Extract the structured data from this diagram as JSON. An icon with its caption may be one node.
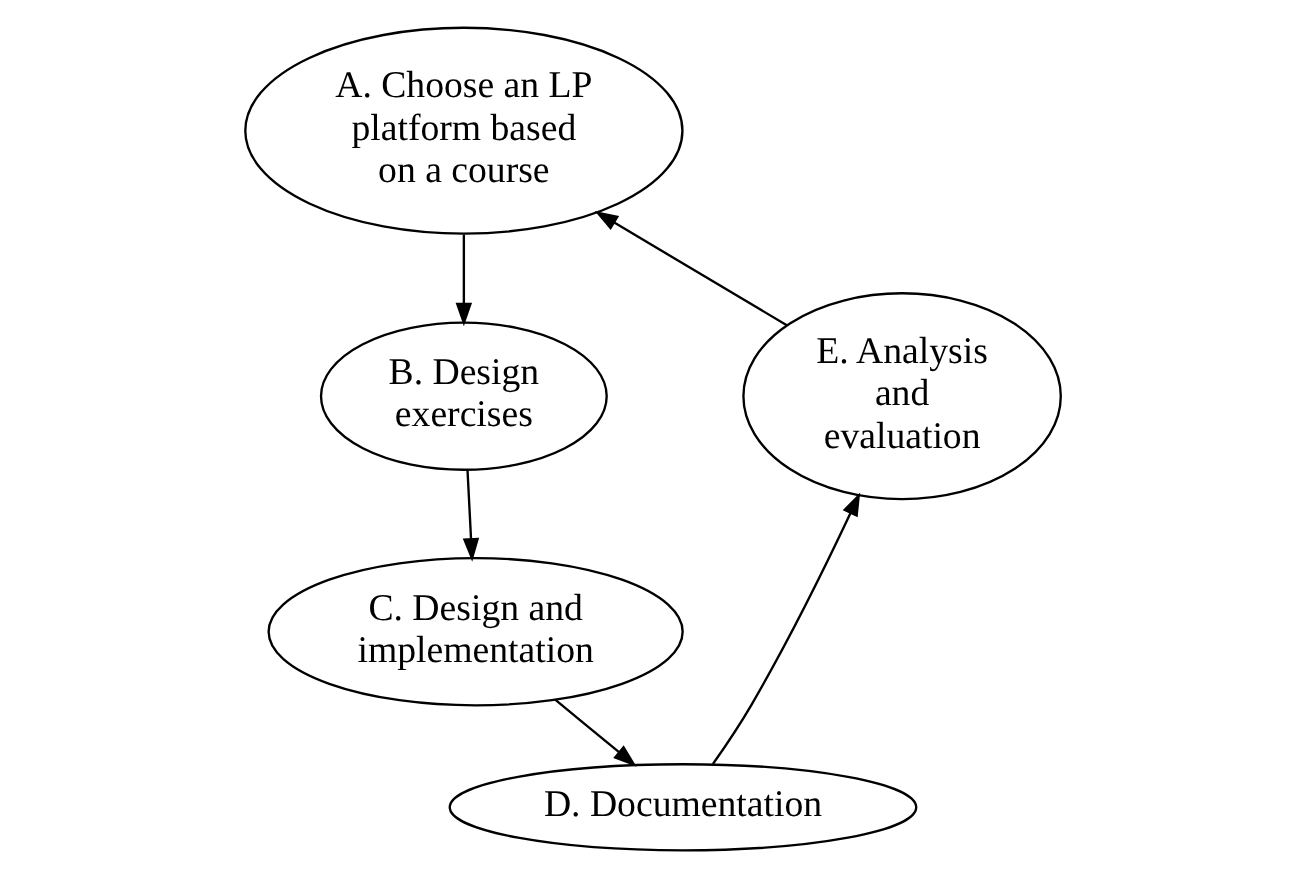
{
  "diagram": {
    "nodes": [
      {
        "text": [
          "A. Choose an LP platform based on a course"
        ]
      },
      {
        "text": [
          "B. Design exercises"
        ]
      },
      {
        "text": [
          "C. Design and implementation"
        ]
      },
      {
        "text": [
          "D. Documentation"
        ]
      },
      {
        "text": [
          "E. Analysis and evaluation"
        ]
      }
    ],
    "edges": [
      {
        "from": 0,
        "to": 1,
        "arrow": "to"
      },
      {
        "from": 1,
        "to": 2,
        "arrow": "to"
      },
      {
        "from": 2,
        "to": 3,
        "arrow": "to"
      },
      {
        "from": 3,
        "to": 4,
        "arrow": "to"
      },
      {
        "from": 4,
        "to": 0,
        "arrow": "to"
      }
    ]
  }
}
